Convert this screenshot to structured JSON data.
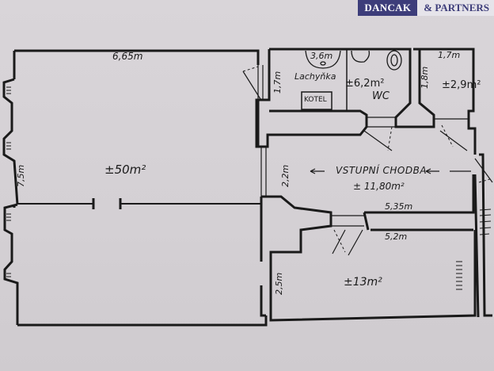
{
  "brand": {
    "name": "DANCAK",
    "suffix": "& PARTNERS",
    "colors": {
      "primary": "#3d3d7a",
      "paper": "#d6d2d6",
      "ink": "#1a1a1a"
    }
  },
  "floorplan": {
    "rooms": [
      {
        "id": "living",
        "area": "±50m²",
        "width_label": "6,65m",
        "height_label": "7,5m"
      },
      {
        "id": "kitchenette",
        "name": "Lachyňka",
        "area": "±6,2m²",
        "height_label": "1,7m",
        "extra_label": "3,6m",
        "appliance": "KOTEL"
      },
      {
        "id": "wc",
        "name": "WC"
      },
      {
        "id": "small-room",
        "area": "±2,9m²",
        "width_label": "1,7m",
        "height_label": "1,8m"
      },
      {
        "id": "hallway",
        "name": "VSTUPNÍ CHODBA",
        "area": "± 11,80m²",
        "height_label": "2,2m",
        "width_label": "5,35m"
      },
      {
        "id": "bedroom",
        "area": "±13m²",
        "width_label": "5,2m",
        "height_label": "2,5m"
      }
    ]
  }
}
